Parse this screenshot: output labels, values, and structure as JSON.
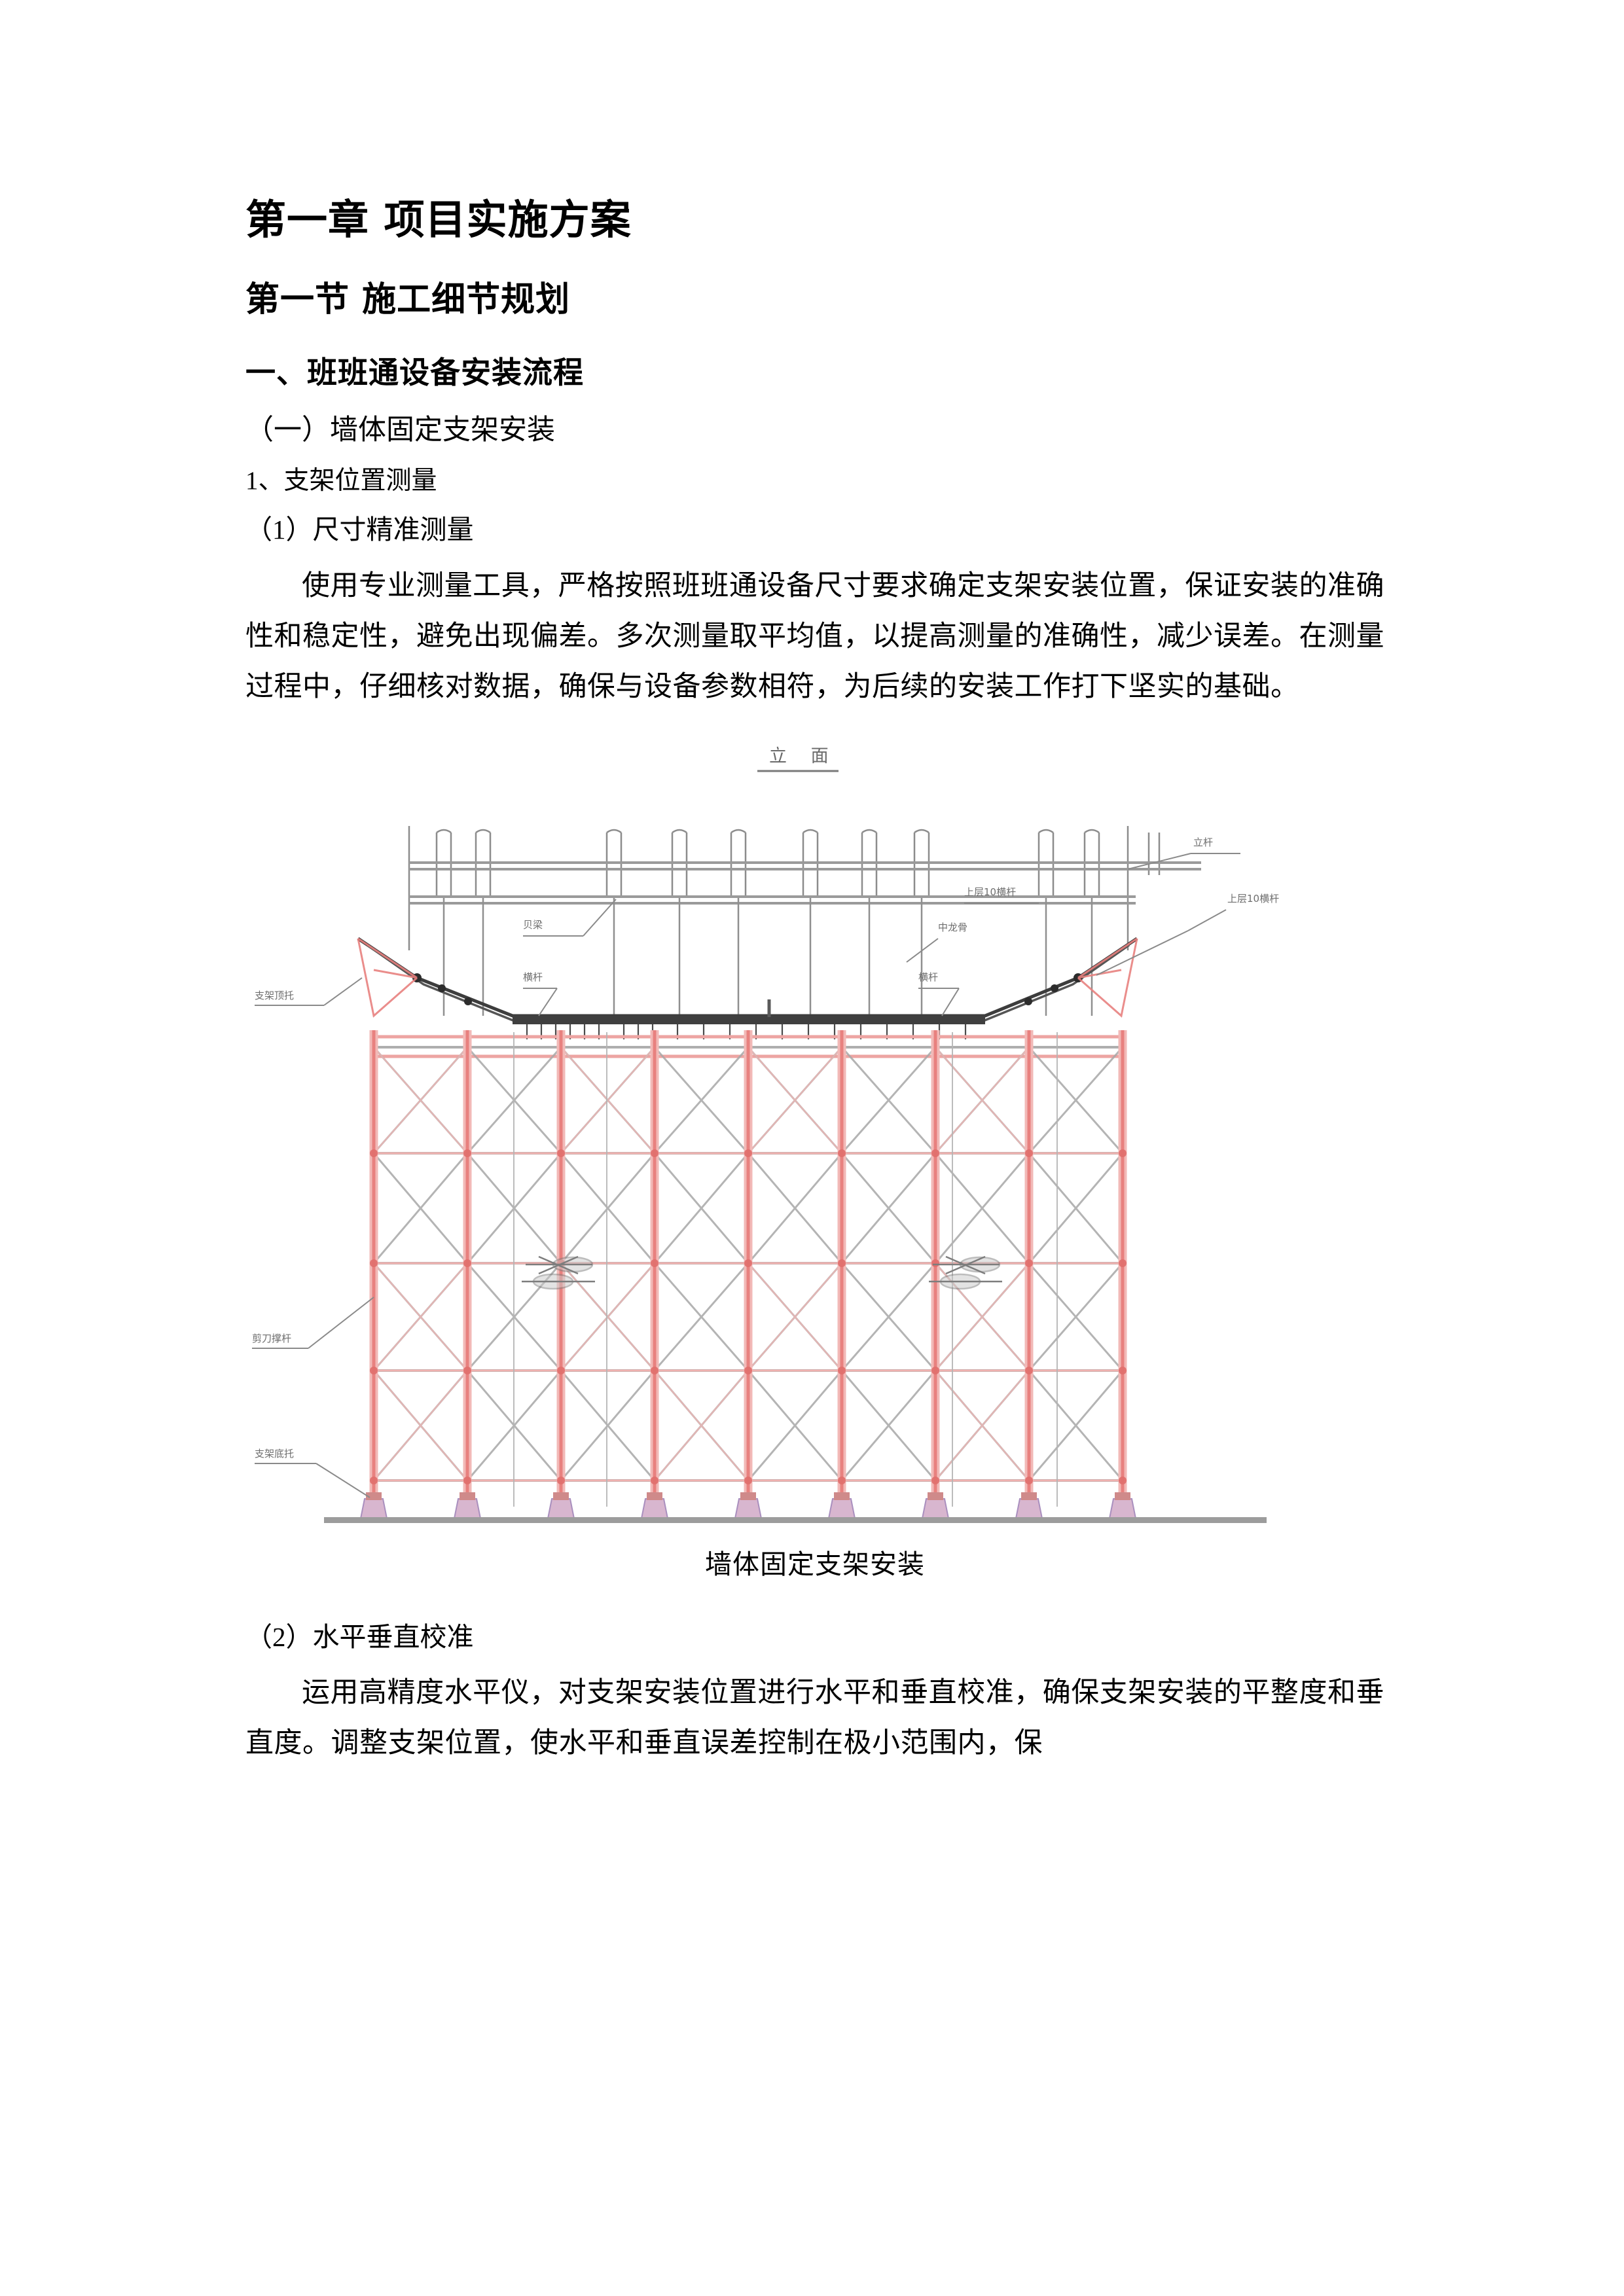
{
  "document": {
    "chapter_heading": "第一章  项目实施方案",
    "section_heading": "第一节  施工细节规划",
    "subsection_heading": "一、班班通设备安装流程",
    "item_a": "（一）墙体固定支架安装",
    "item_b": "1、支架位置测量",
    "item_c": "（1）尺寸精准测量",
    "paragraph_1": "使用专业测量工具，严格按照班班通设备尺寸要求确定支架安装位置，保证安装的准确性和稳定性，避免出现偏差。多次测量取平均值，以提高测量的准确性，减少误差。在测量过程中，仔细核对数据，确保与设备参数相符，为后续的安装工作打下坚实的基础。",
    "item_c2": "（2）水平垂直校准",
    "paragraph_2": "运用高精度水平仪，对支架安装位置进行水平和垂直校准，确保支架安装的平整度和垂直度。调整支架位置，使水平和垂直误差控制在极小范围内，保"
  },
  "figure": {
    "drawing_title": "立  面",
    "caption": "墙体固定支架安装",
    "annotations": {
      "left_top": "支架顶托",
      "left_mid": "剪刀撑杆",
      "left_bottom": "支架底托",
      "inner_1": "贝梁",
      "inner_2": "横杆",
      "inner_3": "中龙骨",
      "right_top": "立杆",
      "right_1": "上层10横杆",
      "right_2": "上层10横杆"
    },
    "colors": {
      "post": "#e8817f",
      "post_light": "#f2b9b7",
      "brace": "#9a9a9a",
      "ledger": "#b0b0b0",
      "base_plate": "#b0a0c8",
      "ground": "#9c9c9c",
      "deck": "#4a4a4a",
      "label": "#6e6e6e"
    },
    "structure": {
      "post_count": 9,
      "bay_count": 8,
      "brace_tiers": 5,
      "ledger_levels": 5
    }
  }
}
